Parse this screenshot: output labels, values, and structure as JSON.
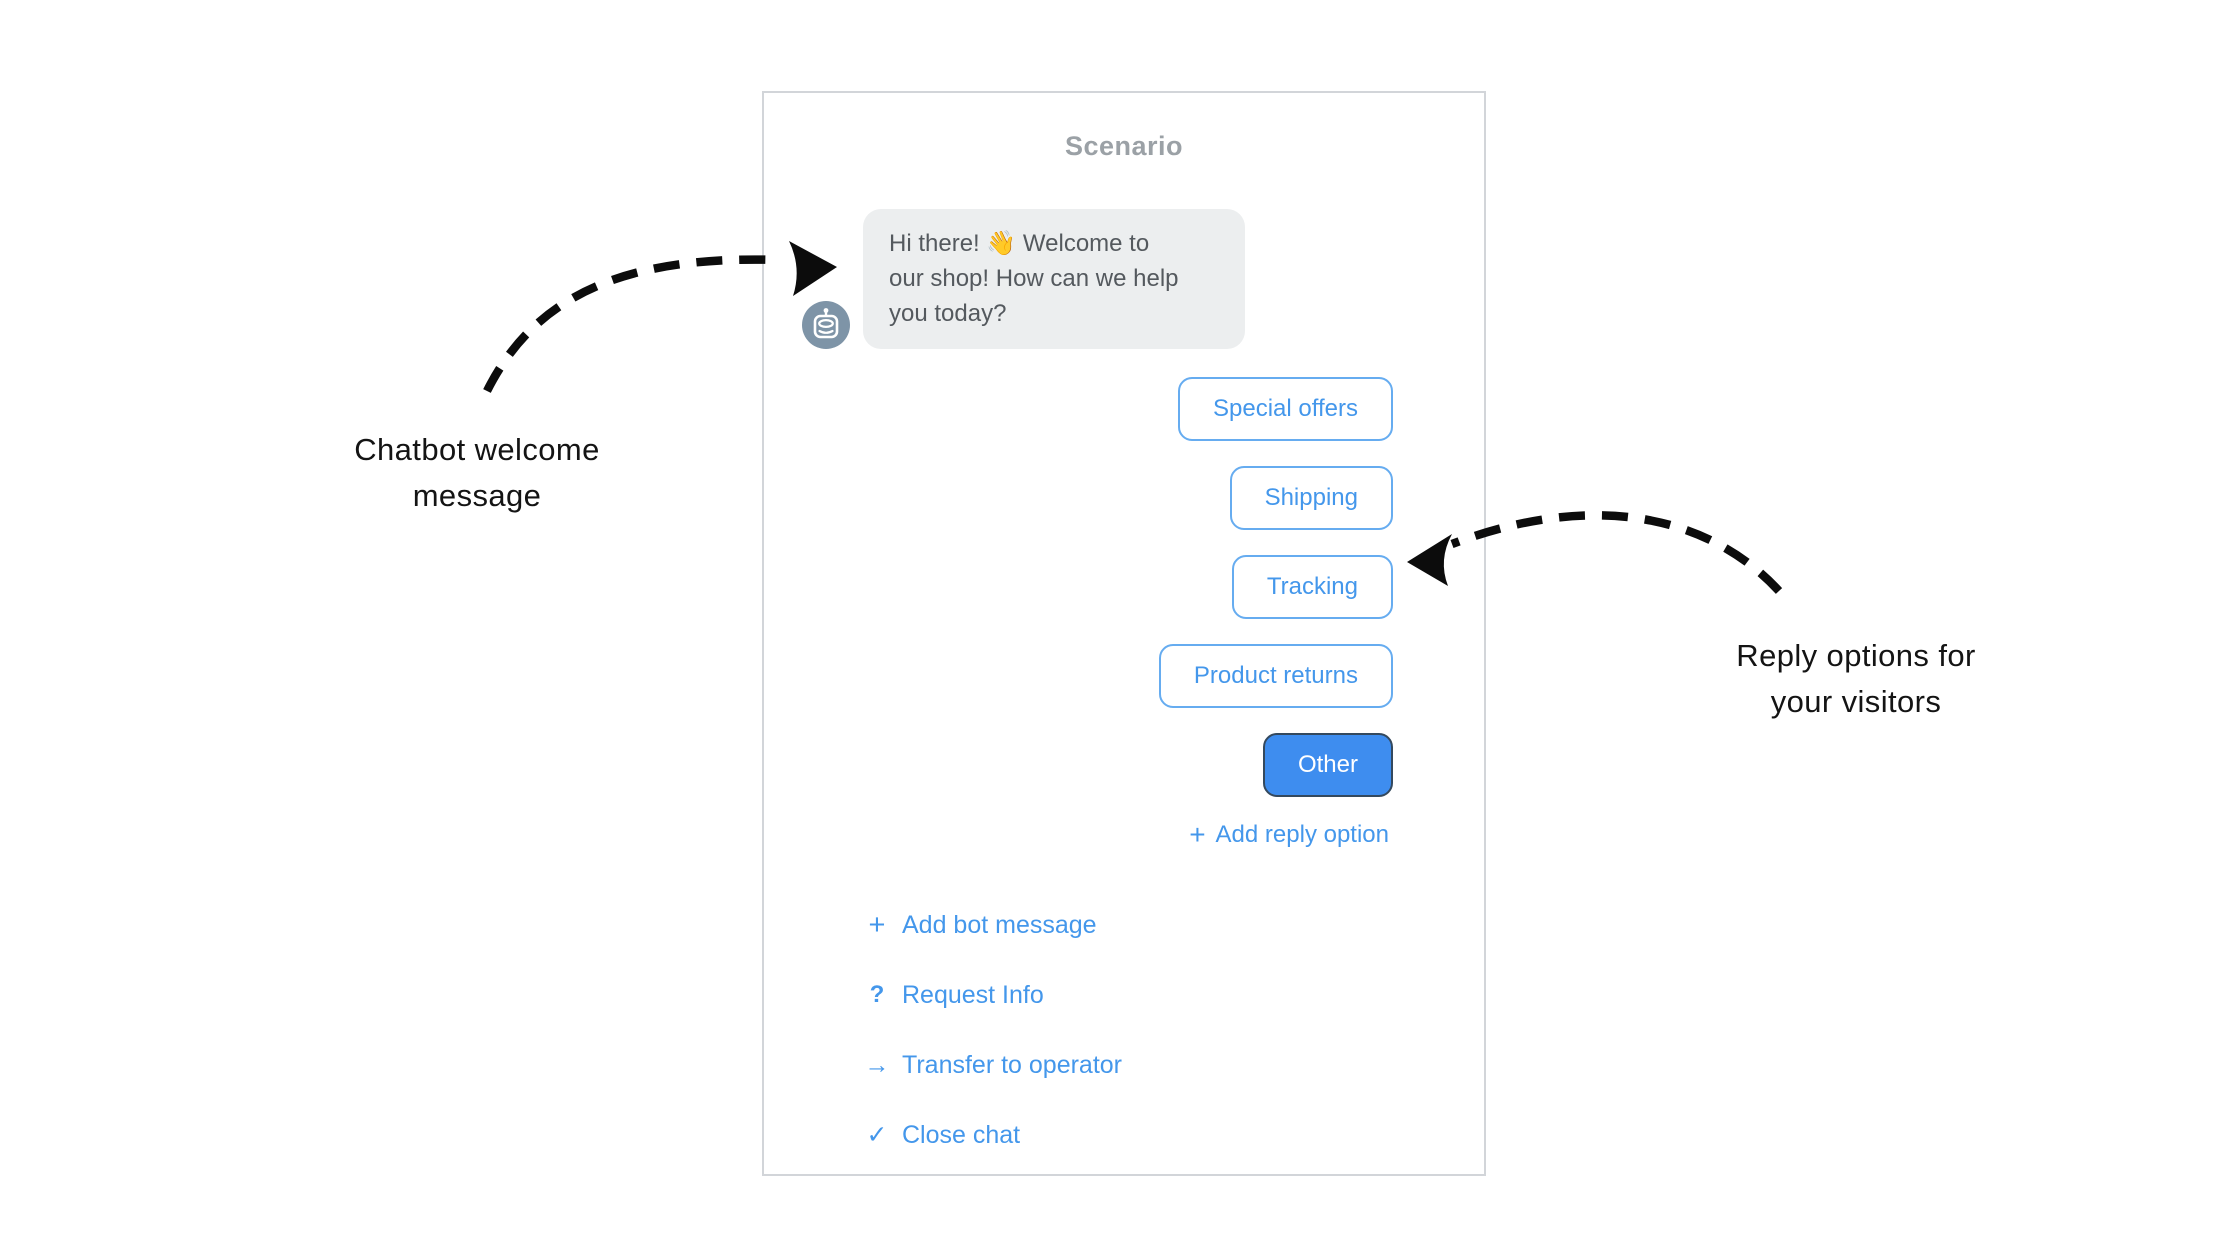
{
  "colors": {
    "accent_blue": "#4497EB",
    "outline_button_border": "#66ACF0",
    "filled_button_bg": "#3E8DEF",
    "filled_button_border": "#34495E",
    "bubble_bg": "#ECEEEF",
    "bubble_text": "#54595E",
    "avatar_bg": "#7E94A7",
    "title_gray": "#9BA1A6",
    "panel_border": "#D2D5D9",
    "annotation_text": "#141414"
  },
  "panel": {
    "title": "Scenario",
    "bot_message": {
      "lines": [
        "Hi there! 👋 Welcome to",
        "our shop! How can we help",
        "you today?"
      ]
    },
    "reply_options": [
      {
        "label": "Special offers",
        "selected": false
      },
      {
        "label": "Shipping",
        "selected": false
      },
      {
        "label": "Tracking",
        "selected": false
      },
      {
        "label": "Product returns",
        "selected": false
      },
      {
        "label": "Other",
        "selected": true
      }
    ],
    "add_reply_option": {
      "glyph": "+",
      "label": "Add reply option"
    },
    "actions": [
      {
        "glyph": "+",
        "label": "Add bot message"
      },
      {
        "glyph": "?",
        "label": "Request Info"
      },
      {
        "glyph": "→",
        "label": "Transfer to operator"
      },
      {
        "glyph": "✓",
        "label": "Close chat"
      }
    ]
  },
  "annotations": {
    "welcome": {
      "lines": [
        "Chatbot welcome",
        "message"
      ]
    },
    "reply": {
      "lines": [
        "Reply options for",
        "your visitors"
      ]
    }
  }
}
